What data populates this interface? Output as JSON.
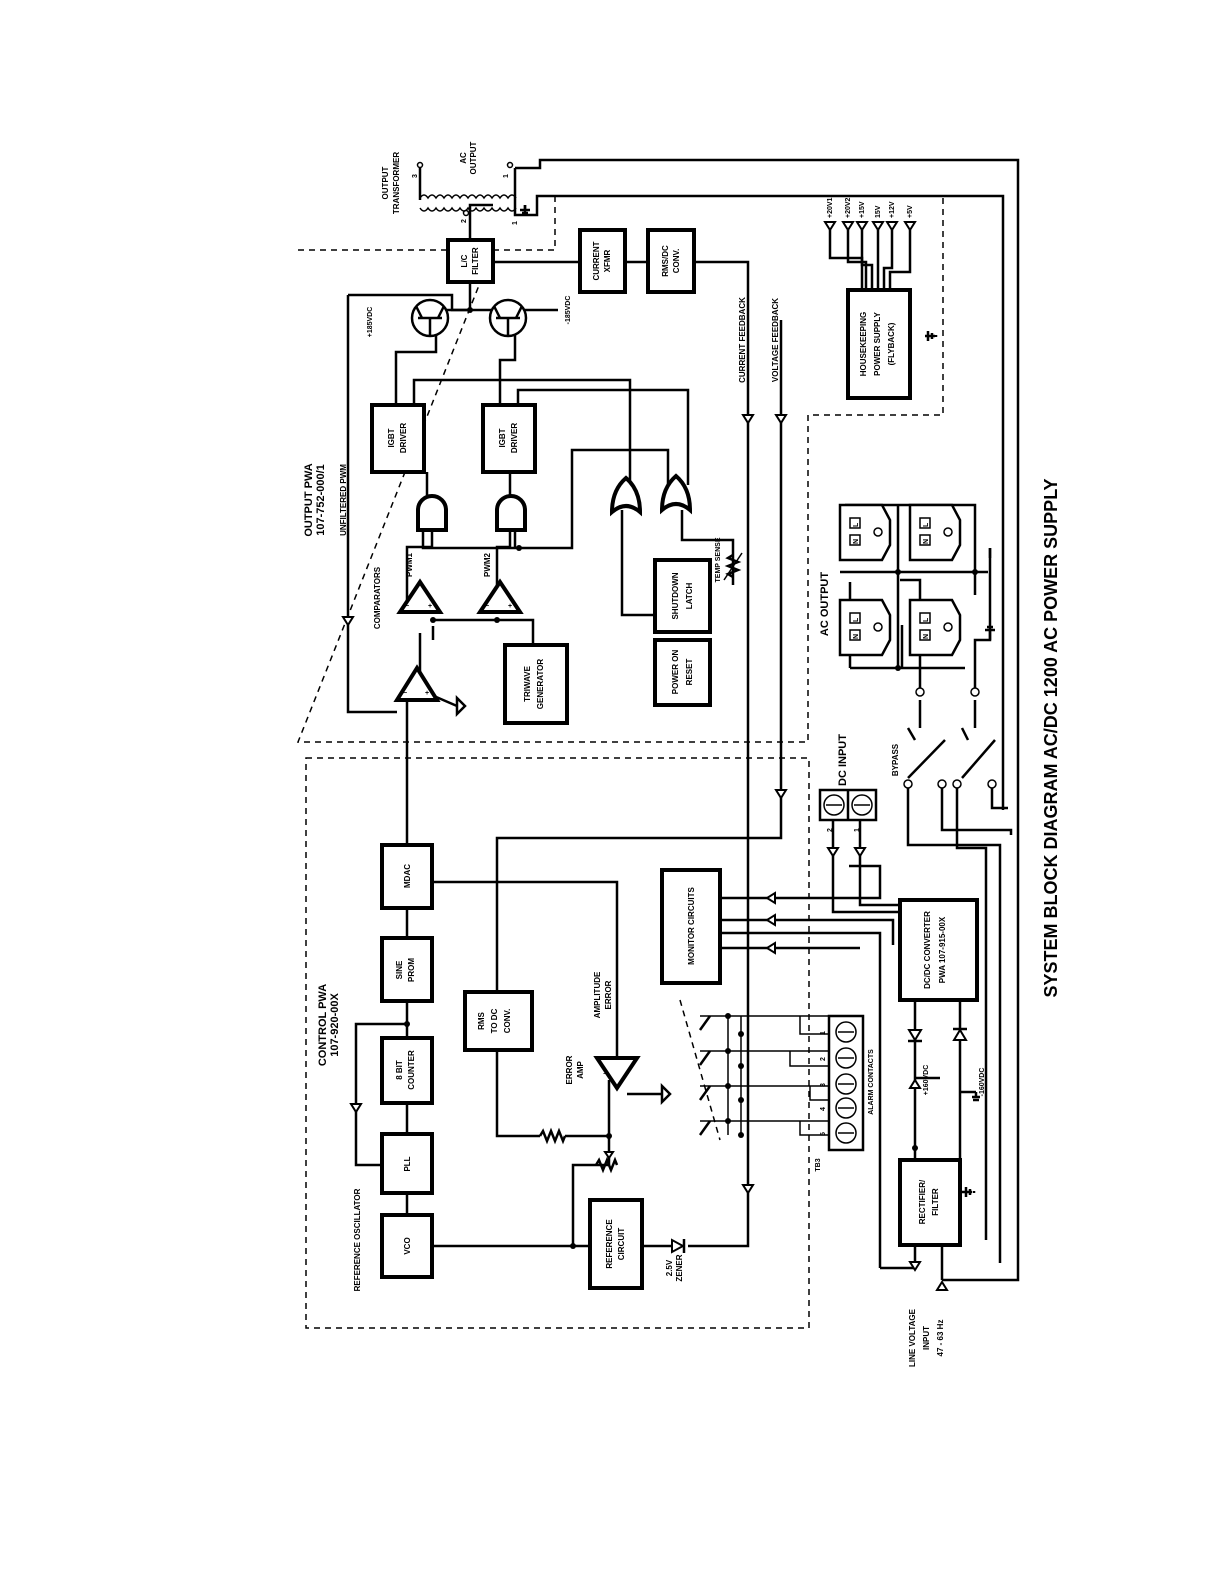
{
  "title": "SYSTEM BLOCK DIAGRAM AC/DC 1200 AC POWER SUPPLY",
  "regions": {
    "control_pwa": [
      "CONTROL PWA",
      "107-920-00X"
    ],
    "output_pwa": [
      "OUTPUT PWA",
      "107-752-000/1"
    ]
  },
  "blocks": {
    "vco": [
      "VCO"
    ],
    "pll": [
      "PLL"
    ],
    "counter": [
      "8 BIT",
      "COUNTER"
    ],
    "sine_prom": [
      "SINE",
      "PROM"
    ],
    "mdac": [
      "MDAC"
    ],
    "rms_dc_conv": [
      "RMS",
      "TO DC",
      "CONV."
    ],
    "reference_circuit": [
      "REFERENCE",
      "CIRCUIT"
    ],
    "monitor_circuits": [
      "MONITOR CIRCUITS"
    ],
    "triwave_generator": [
      "TRIWAVE",
      "GENERATOR"
    ],
    "power_on_reset": [
      "POWER ON",
      "RESET"
    ],
    "shutdown_latch": [
      "SHUTDOWN",
      "LATCH"
    ],
    "igbt_driver_1": [
      "IGBT",
      "DRIVER"
    ],
    "igbt_driver_2": [
      "IGBT",
      "DRIVER"
    ],
    "lc_filter": [
      "L/C",
      "FILTER"
    ],
    "current_xfmr": [
      "CURRENT",
      "XFMR"
    ],
    "rms_dc_conv_out": [
      "RMS/DC",
      "CONV."
    ],
    "housekeeping_ps": [
      "HOUSEKEEPING",
      "POWER SUPPLY",
      "(FLYBACK)"
    ],
    "dc_dc_converter": [
      "DC/DC CONVERTER",
      "PWA 107-915-00X"
    ],
    "rectifier_filter": [
      "RECTIFIER/",
      "FILTER"
    ]
  },
  "labels": {
    "reference_oscillator": "REFERENCE OSCILLATOR",
    "amplitude_error": [
      "AMPLITUDE",
      "ERROR"
    ],
    "error_amp": [
      "ERROR",
      "AMP"
    ],
    "zener": [
      "2.5V",
      "ZENER"
    ],
    "comparators": "COMPARATORS",
    "pwm1": "PWM1",
    "pwm2": "PWM2",
    "unfiltered_pwm": "UNFILTERED PWM",
    "temp_sense": "TEMP SENSE",
    "plus_185vdc": "+185VDC",
    "minus_185vdc": "-185VDC",
    "output_transformer": [
      "OUTPUT",
      "TRANSFORMER"
    ],
    "ac_output_top": [
      "AC",
      "OUTPUT"
    ],
    "current_feedback": "CURRENT FEEDBACK",
    "voltage_feedback": "VOLTAGE FEEDBACK",
    "housekeeping_rails": [
      "+20V1",
      "+20V2",
      "+15V",
      "15V",
      "+12V",
      "+5V"
    ],
    "ac_output": "AC OUTPUT",
    "dc_input": "DC INPUT",
    "bypass": "BYPASS",
    "alarm_contacts": "ALARM CONTACTS",
    "tb3": "TB3",
    "line_voltage_input": [
      "LINE VOLTAGE",
      "INPUT",
      "47 - 63 Hz"
    ],
    "plus_160vdc": "+160VDC",
    "minus_160vdc": "-160VDC",
    "terminal_numbers": [
      "1",
      "2",
      "3",
      "4",
      "5"
    ],
    "dc_terminal_numbers": [
      "1",
      "2"
    ],
    "transformer_pins": [
      "3",
      "2",
      "1"
    ],
    "output_pins": [
      "1",
      "2"
    ],
    "receptacle_marks": [
      "L",
      "N"
    ]
  }
}
